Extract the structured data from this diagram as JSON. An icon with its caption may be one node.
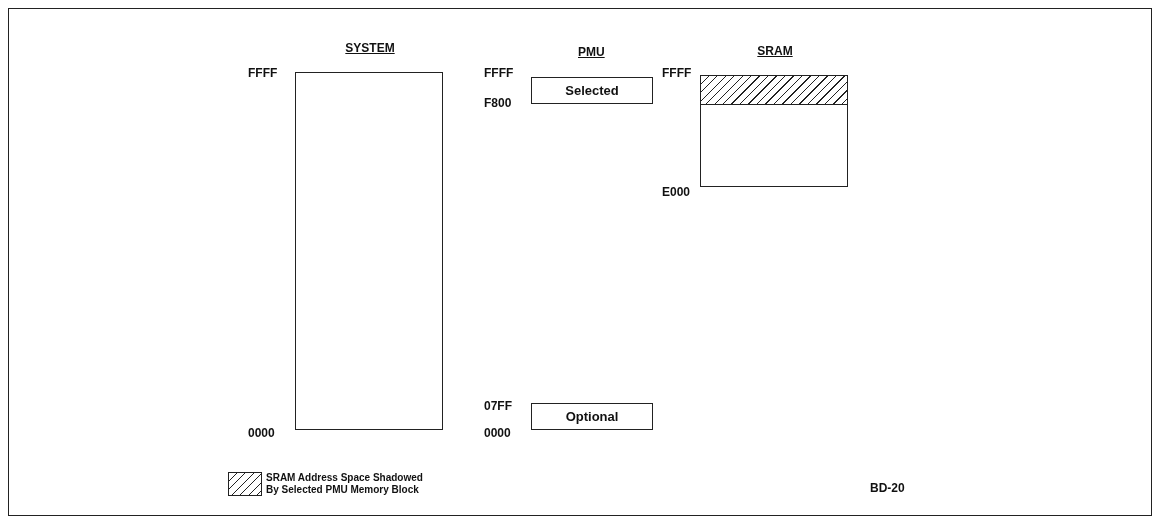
{
  "diagram": {
    "nodes": [
      {
        "text": [
          "SYSTEM"
        ]
      },
      {
        "text": [
          "Selected"
        ]
      },
      {
        "text": [
          "Optional"
        ]
      },
      {
        "text": [
          "SRAM"
        ]
      },
      {
        "text": [],
        "shape": "box",
        "in": 3
      }
    ],
    "labels": [
      "PMU",
      "FFFF",
      "FFFF",
      "FFFF",
      "F800",
      "E000",
      "07FF",
      "0000",
      "0000",
      "BD-20"
    ],
    "legend": [
      {
        "text": "SRAM Address Space Shadowed By Selected PMU Memory Block"
      }
    ]
  }
}
